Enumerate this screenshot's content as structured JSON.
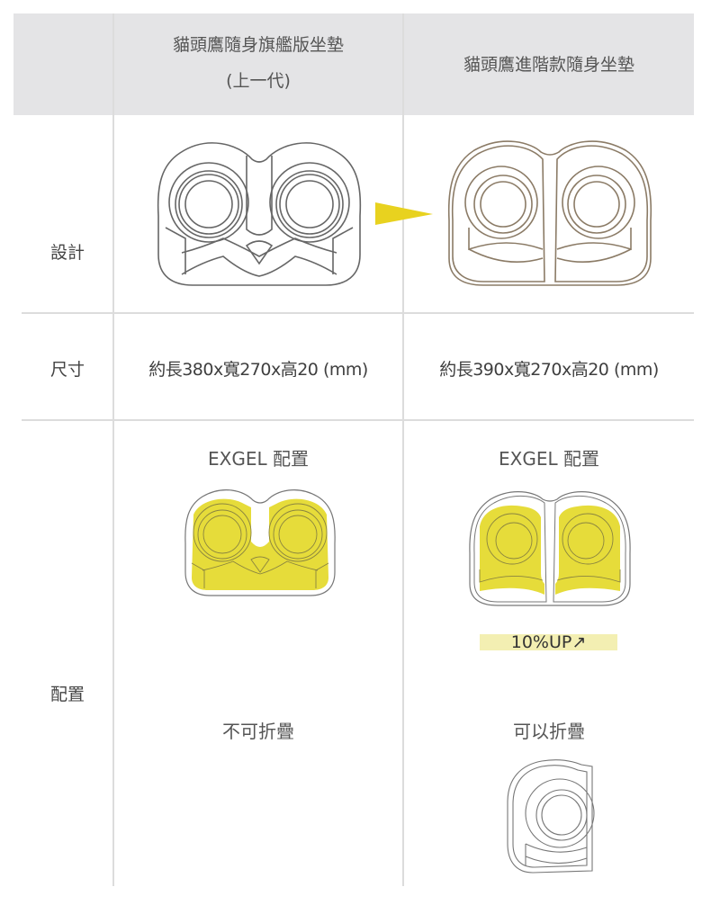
{
  "table": {
    "columns": [
      {
        "title_line1": "貓頭鷹隨身旗艦版坐墊",
        "title_line2": "(上一代)"
      },
      {
        "title_line1": "貓頭鷹進階款隨身坐墊"
      }
    ],
    "rows": {
      "design": {
        "label": "設計",
        "left_image": "owl-cushion-outline-gray",
        "right_image": "owl-cushion-outline-brown",
        "arrow": "yellow-right-arrow"
      },
      "size": {
        "label": "尺寸",
        "left": "約長380x寬270x高20 (mm)",
        "right": "約長390x寬270x高20 (mm)"
      },
      "layout": {
        "label": "配置",
        "left_caption": "EXGEL 配置",
        "right_caption": "EXGEL 配置",
        "right_badge": "10%UP↗",
        "left_fold": "不可折疊",
        "right_fold": "可以折疊",
        "left_image": "owl-cushion-exgel-yellow",
        "right_image": "split-cushion-exgel-yellow",
        "fold_image": "folded-cushion-outline"
      }
    }
  },
  "colors": {
    "header_bg": "#e4e4e6",
    "grid": "#dcdcdc",
    "accent_yellow": "#e8d21f",
    "gel_yellow": "#e6dc3a",
    "badge_bg": "#f3efb2",
    "outline_gray": "#666666",
    "outline_brown": "#8b7b66"
  }
}
